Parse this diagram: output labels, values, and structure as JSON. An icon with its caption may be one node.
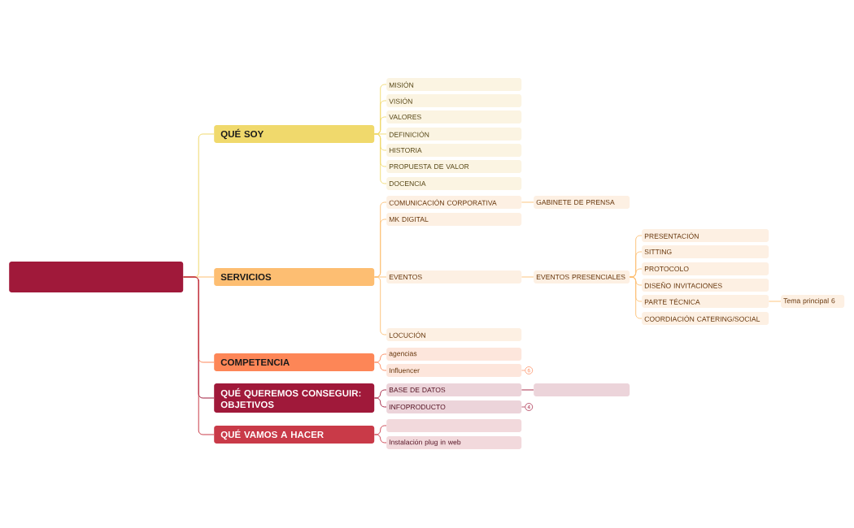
{
  "diagram": {
    "nodes": [
      {
        "text": [],
        "shape": "box"
      },
      {
        "text": [
          "QUÉ SOY"
        ]
      },
      {
        "text": [
          "MISIÓN"
        ]
      },
      {
        "text": [
          "VISIÓN"
        ]
      },
      {
        "text": [
          "VALORES"
        ]
      },
      {
        "text": [
          "DEFINICIÓN"
        ]
      },
      {
        "text": [
          "HISTORIA"
        ]
      },
      {
        "text": [
          "PROPUESTA DE VALOR"
        ]
      },
      {
        "text": [
          "DOCENCIA"
        ]
      },
      {
        "text": [
          "SERVICIOS"
        ]
      },
      {
        "text": [
          "COMUNICACIÓN CORPORATIVA"
        ]
      },
      {
        "text": [
          "GABINETE DE PRENSA"
        ]
      },
      {
        "text": [
          "MK DIGITAL"
        ]
      },
      {
        "text": [
          "EVENTOS"
        ]
      },
      {
        "text": [
          "EVENTOS PRESENCIALES"
        ]
      },
      {
        "text": [
          "PRESENTACIÓN"
        ]
      },
      {
        "text": [
          "SITTING"
        ]
      },
      {
        "text": [
          "PROTOCOLO"
        ]
      },
      {
        "text": [
          "DISEÑO INVITACIONES"
        ]
      },
      {
        "text": [
          "PARTE TÉCNICA"
        ]
      },
      {
        "text": [
          "COORDIACIÓN CATERING/SOCIAL"
        ]
      },
      {
        "text": [
          "Tema principal 6"
        ]
      },
      {
        "text": [
          "LOCUCIÓN"
        ]
      },
      {
        "text": [
          "COMPETENCIA"
        ]
      },
      {
        "text": [
          "agencias"
        ]
      },
      {
        "text": [
          "Influencer"
        ],
        "beside": [
          "6"
        ]
      },
      {
        "text": [
          "QUÉ QUEREMOS CONSEGUIR: OBJETIVOS"
        ]
      },
      {
        "text": [
          "BASE DE DATOS"
        ]
      },
      {
        "text": [],
        "shape": "box"
      },
      {
        "text": [
          "INFOPRODUCTO"
        ],
        "beside": [
          "4"
        ]
      },
      {
        "text": [
          "QUÉ VAMOS A HACER"
        ]
      },
      {
        "text": [],
        "shape": "box"
      },
      {
        "text": [
          "Instalación plug in web"
        ]
      }
    ],
    "edges": [
      {
        "from": 0,
        "to": 1,
        "arrow": "none",
        "color": "#f0d96c"
      },
      {
        "from": 0,
        "to": 9,
        "arrow": "none",
        "color": "#fdbe72"
      },
      {
        "from": 0,
        "to": 23,
        "arrow": "none",
        "color": "#fd8657"
      },
      {
        "from": 0,
        "to": 26,
        "arrow": "none",
        "color": "#a0193a"
      },
      {
        "from": 0,
        "to": 30,
        "arrow": "none",
        "color": "#c93a48"
      },
      {
        "from": 1,
        "to": 2,
        "arrow": "none",
        "color": "#f0d96c"
      },
      {
        "from": 1,
        "to": 3,
        "arrow": "none",
        "color": "#f0d96c"
      },
      {
        "from": 1,
        "to": 4,
        "arrow": "none",
        "color": "#f0d96c"
      },
      {
        "from": 1,
        "to": 5,
        "arrow": "none",
        "color": "#f0d96c"
      },
      {
        "from": 1,
        "to": 6,
        "arrow": "none",
        "color": "#f0d96c"
      },
      {
        "from": 1,
        "to": 7,
        "arrow": "none",
        "color": "#f0d96c"
      },
      {
        "from": 1,
        "to": 8,
        "arrow": "none",
        "color": "#f0d96c"
      },
      {
        "from": 9,
        "to": 10,
        "arrow": "none"
      },
      {
        "from": 10,
        "to": 11,
        "arrow": "none"
      },
      {
        "from": 9,
        "to": 12,
        "arrow": "none"
      },
      {
        "from": 9,
        "to": 13,
        "arrow": "none"
      },
      {
        "from": 13,
        "to": 14,
        "arrow": "none"
      },
      {
        "from": 14,
        "to": 15,
        "arrow": "none"
      },
      {
        "from": 14,
        "to": 16,
        "arrow": "none"
      },
      {
        "from": 14,
        "to": 17,
        "arrow": "none"
      },
      {
        "from": 14,
        "to": 18,
        "arrow": "none"
      },
      {
        "from": 14,
        "to": 19,
        "arrow": "none"
      },
      {
        "from": 14,
        "to": 20,
        "arrow": "none"
      },
      {
        "from": 19,
        "to": 21,
        "arrow": "none"
      },
      {
        "from": 9,
        "to": 22,
        "arrow": "none"
      },
      {
        "from": 23,
        "to": 24,
        "arrow": "none",
        "color": "#fd8657"
      },
      {
        "from": 23,
        "to": 25,
        "arrow": "none",
        "color": "#fd8657"
      },
      {
        "from": 26,
        "to": 27,
        "arrow": "none",
        "color": "#a0193a"
      },
      {
        "from": 27,
        "to": 28,
        "arrow": "none",
        "color": "#a0193a"
      },
      {
        "from": 26,
        "to": 29,
        "arrow": "none",
        "color": "#a0193a"
      },
      {
        "from": 30,
        "to": 31,
        "arrow": "none",
        "color": "#c93a48"
      },
      {
        "from": 30,
        "to": 32,
        "arrow": "none",
        "color": "#c93a48"
      }
    ]
  }
}
